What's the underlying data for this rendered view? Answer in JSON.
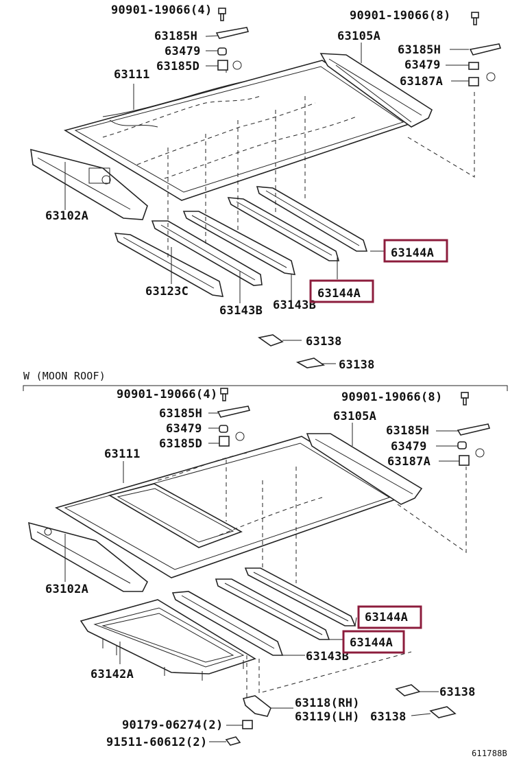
{
  "diagram_id": "611788B",
  "section_divider": "W (MOON ROOF)",
  "top": {
    "labels": {
      "bolt_left": "90901-19066(4)",
      "bolt_right": "90901-19066(8)",
      "clip_h_left": "63185H",
      "cushion_left": "63479",
      "clip_d": "63185D",
      "roof_panel": "63111",
      "rail_rear": "63105A",
      "clip_h_right": "63185H",
      "cushion_right": "63479",
      "clip_a": "63187A",
      "rail_front": "63102A",
      "reinf_c": "63123C",
      "reinf_b1": "63143B",
      "reinf_b2": "63143B",
      "reinf_a1": "63144A",
      "reinf_a2": "63144A",
      "bracket1": "63138",
      "bracket2": "63138"
    }
  },
  "bottom": {
    "labels": {
      "bolt_left": "90901-19066(4)",
      "bolt_right": "90901-19066(8)",
      "clip_h_left": "63185H",
      "cushion_left": "63479",
      "clip_d": "63185D",
      "roof_panel": "63111",
      "rail_rear": "63105A",
      "clip_h_right": "63185H",
      "cushion_right": "63479",
      "clip_a": "63187A",
      "rail_front": "63102A",
      "reinf_a1": "63144A",
      "reinf_a2": "63144A",
      "reinf_b": "63143B",
      "housing": "63142A",
      "bracket1": "63138",
      "bracket2": "63138",
      "brace_rh": "63118(RH)",
      "brace_lh": "63119(LH)",
      "nut": "90179-06274(2)",
      "screw": "91511-60612(2)"
    }
  },
  "highlight_color": "#8c1c3c"
}
